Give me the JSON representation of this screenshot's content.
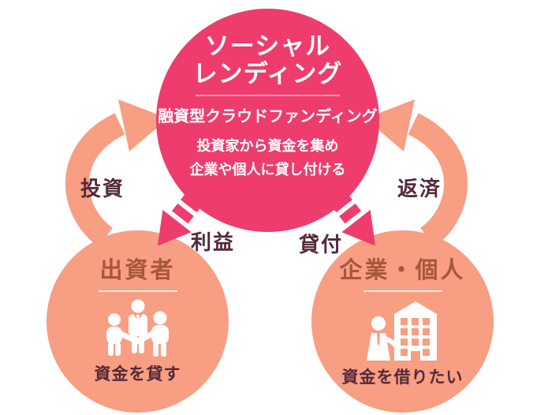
{
  "center_circle": {
    "title_line1": "ソーシャル",
    "title_line2": "レンディング",
    "subtitle": "融資型クラウドファンディング",
    "description_line1": "投資家から資金を集め",
    "description_line2": "企業や個人に貸し付ける"
  },
  "investor_circle": {
    "title": "出資者",
    "caption": "資金を貸す",
    "icon": "handshake-people-icon"
  },
  "borrower_circle": {
    "title": "企業・個人",
    "caption": "資金を借りたい",
    "icon": "person-building-icon"
  },
  "flow_labels": {
    "invest": "投資",
    "repay": "返済",
    "profit": "利益",
    "loan": "貸付"
  },
  "colors": {
    "primary_pink": "#ee3c6d",
    "salmon": "#f89e82",
    "circle_title_brown": "#a5573e",
    "label_maroon": "#52293a",
    "background": "#ffffff"
  }
}
